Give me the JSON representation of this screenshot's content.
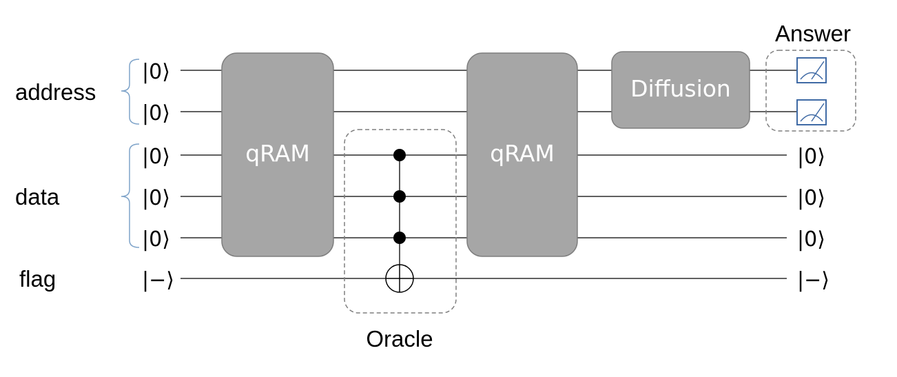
{
  "registers": {
    "address": "address",
    "data": "data",
    "flag": "flag"
  },
  "inputs": [
    "|0⟩",
    "|0⟩",
    "|0⟩",
    "|0⟩",
    "|0⟩",
    "|−⟩"
  ],
  "outputs": [
    "|0⟩",
    "|0⟩",
    "|0⟩",
    "|−⟩"
  ],
  "gates": {
    "qram_1": "qRAM",
    "qram_2": "qRAM",
    "diffusion": "Diffusion"
  },
  "captions": {
    "oracle": "Oracle",
    "answer": "Answer"
  },
  "colors": {
    "gate_fill": "#a6a6a6",
    "gate_border": "#7f7f7f",
    "meter": "#3f6aa5",
    "brace": "#7ea3c9"
  },
  "icons": {
    "measurement": "measurement-meter-icon",
    "control": "control-dot-icon",
    "target": "xor-target-icon"
  }
}
